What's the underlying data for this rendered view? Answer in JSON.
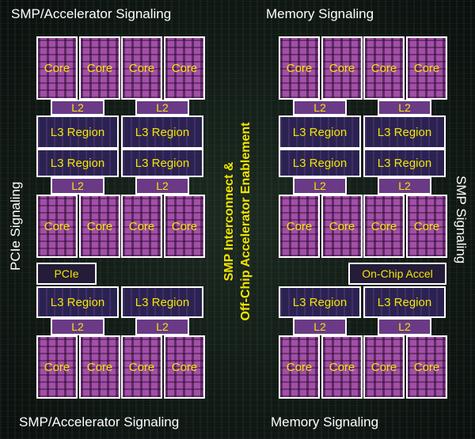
{
  "signals": {
    "top_left": "SMP/Accelerator Signaling",
    "top_right": "Memory Signaling",
    "bottom_left": "SMP/Accelerator Signaling",
    "bottom_right": "Memory Signaling",
    "left": "PCIe Signaling",
    "right": "SMP Signaling"
  },
  "blocks": {
    "core": "Core",
    "l2": "L2",
    "l3": "L3 Region",
    "pcie": "PCIe",
    "accel": "On-Chip Accel"
  },
  "center": {
    "line1": "SMP Interconnect &",
    "line2": "Off-Chip Accelerator Enablement"
  },
  "colors": {
    "core": "#a24fa6",
    "l3": "#2a2350",
    "label": "#f2e600",
    "border": "#ffffff"
  }
}
